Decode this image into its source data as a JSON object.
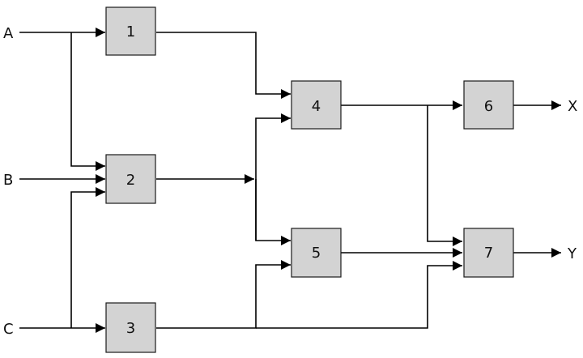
{
  "inputs": [
    "A",
    "B",
    "C"
  ],
  "outputs": [
    "X",
    "Y"
  ],
  "blocks": [
    "1",
    "2",
    "3",
    "4",
    "5",
    "6",
    "7"
  ],
  "colors": {
    "block_fill": "#d3d3d3",
    "line": "#000000"
  }
}
